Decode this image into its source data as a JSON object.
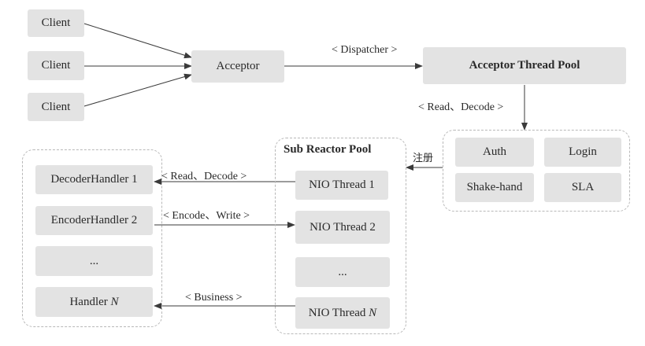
{
  "clients": [
    "Client",
    "Client",
    "Client"
  ],
  "acceptor": "Acceptor",
  "dispatcher_label": "< Dispatcher >",
  "acceptor_pool": "Acceptor Thread Pool",
  "read_decode_top": "< Read、Decode >",
  "auth_group": {
    "items": [
      "Auth",
      "Login",
      "Shake-hand",
      "SLA"
    ]
  },
  "register_label": "注册",
  "sub_reactor": {
    "title": "Sub Reactor Pool",
    "thread1": "NIO Thread 1",
    "thread2": "NIO Thread 2",
    "ellipsis": "...",
    "thread_n_prefix": "NIO Thread ",
    "thread_n_var": "N"
  },
  "handlers": {
    "decoder": "DecoderHandler 1",
    "encoder": "EncoderHandler 2",
    "ellipsis": "...",
    "handler_n_prefix": "Handler ",
    "handler_n_var": "N"
  },
  "edge_labels": {
    "read_decode": "< Read、Decode >",
    "encode_write": "< Encode、Write >",
    "business": "< Business >"
  }
}
